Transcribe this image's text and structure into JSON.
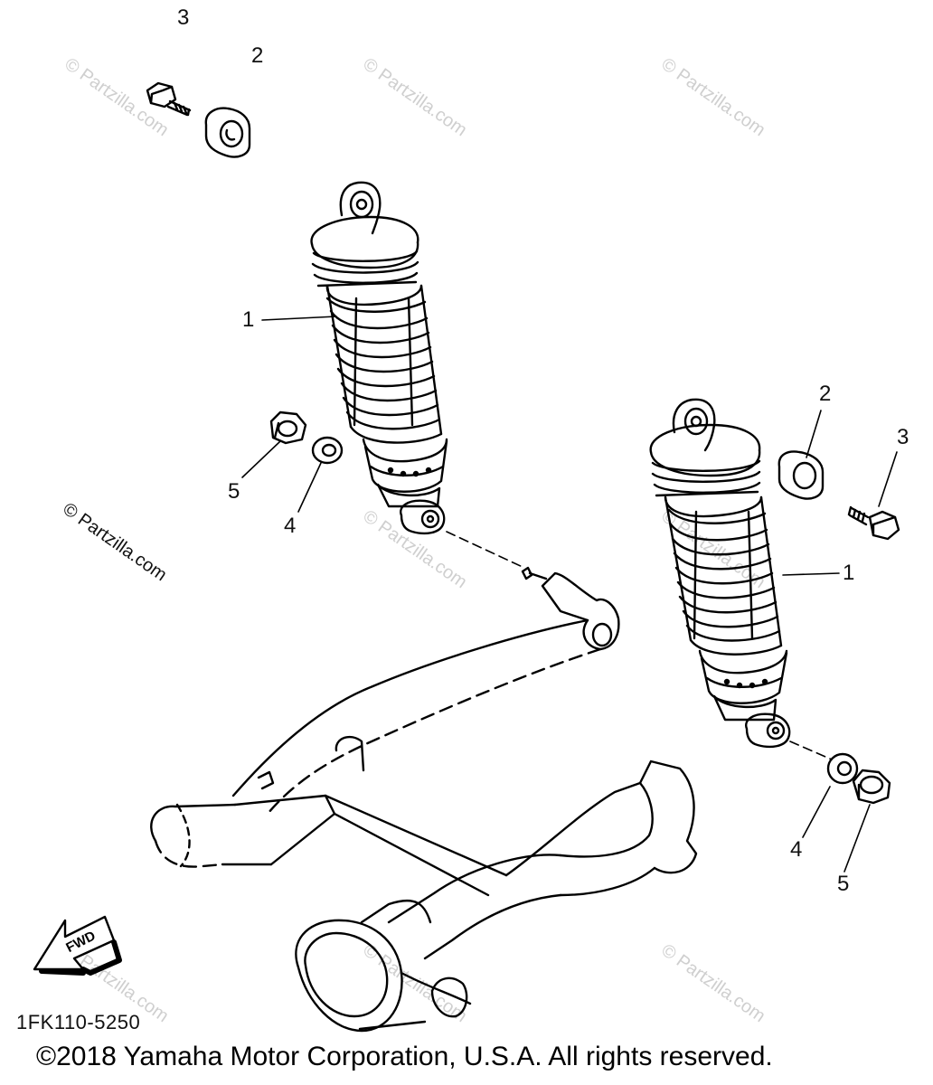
{
  "diagram": {
    "callouts": [
      {
        "id": "c3-top",
        "label": "3"
      },
      {
        "id": "c2-top",
        "label": "2"
      },
      {
        "id": "c1-left",
        "label": "1"
      },
      {
        "id": "c5-left",
        "label": "5"
      },
      {
        "id": "c4-left",
        "label": "4"
      },
      {
        "id": "c2-right",
        "label": "2"
      },
      {
        "id": "c3-right",
        "label": "3"
      },
      {
        "id": "c1-right",
        "label": "1"
      },
      {
        "id": "c4-right",
        "label": "4"
      },
      {
        "id": "c5-right",
        "label": "5"
      }
    ],
    "fwd_label": "FWD",
    "diagram_code": "1FK110-5250",
    "watermark": "© Partzilla.com",
    "side_watermark": "© Partzilla.com",
    "copyright": "©2018 Yamaha Motor Corporation, U.S.A. All rights reserved."
  },
  "colors": {
    "line": "#000000",
    "watermark": "#cfcfcf",
    "background": "#ffffff"
  }
}
